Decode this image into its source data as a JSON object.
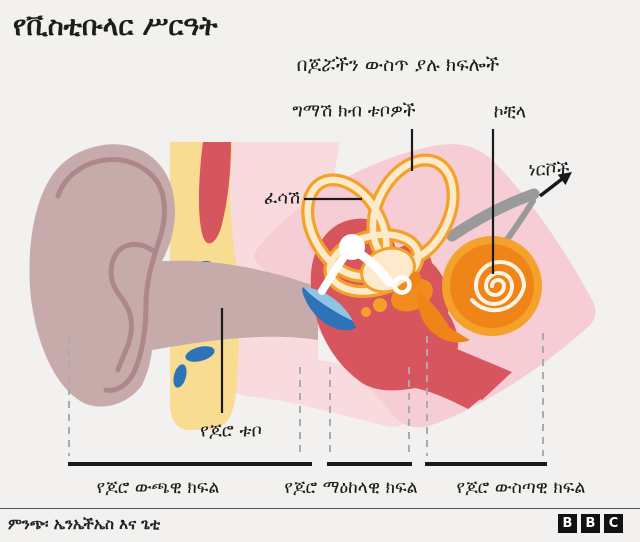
{
  "header": {
    "title": "የቪስቲቡላር ሥርዓት",
    "subtitle": "በጆሯችን ውስጥ ያሉ ክፍሎች"
  },
  "anatomy_labels": {
    "semicircular_canals": "ግማሽ ክብ ቱቦዎች",
    "cochlea": "ኮቺላ",
    "nerves": "ነርቮች",
    "fluid": "ፈሳሽ",
    "ear_canal": "የጆሮ ቱቦ"
  },
  "sections": [
    {
      "id": "outer-ear",
      "label": "የጆሮ ውጫዊ ክፍል"
    },
    {
      "id": "middle-ear",
      "label": "የጆሮ ማዕከላዊ ክፍል"
    },
    {
      "id": "inner-ear",
      "label": "የጆሮ ውስጣዊ ክፍል"
    }
  ],
  "footer": {
    "source": "ምንጭ፡ ኤንኤችኤስ እና ጌቲ",
    "logo": [
      "B",
      "B",
      "C"
    ]
  },
  "colors": {
    "background": "#F2F1EF",
    "text": "#1D1D1B",
    "outer_ear": "#C7ABAB",
    "ear_fold_line": "#AD878A",
    "bone_yellow": "#F7DC92",
    "red": "#D7555C",
    "skin_pink": "#F9DBDF",
    "inner_ear_pink": "#F6CDD5",
    "canal_orange": "#F4A129",
    "canal_cream": "#FCEACB",
    "cochlea_orange": "#EF8418",
    "eardrum_blue": "#2E72B8",
    "eardrum_light_blue": "#8FC4E4",
    "nerve_grey": "#9A9A9A"
  }
}
